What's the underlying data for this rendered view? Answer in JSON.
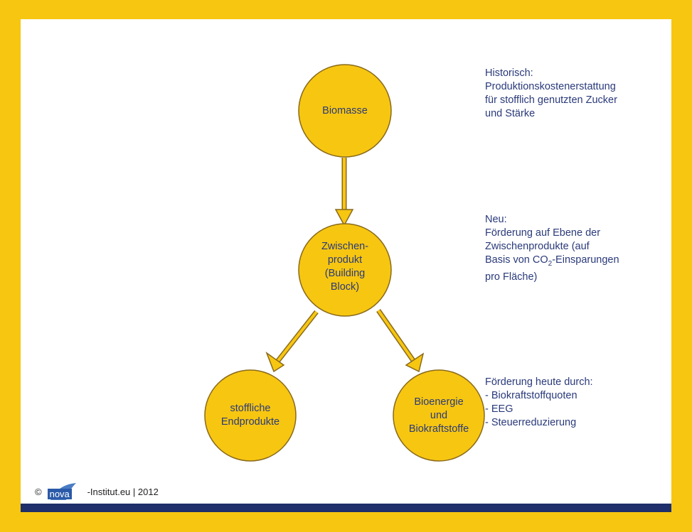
{
  "nodes": {
    "biomasse": "Biomasse",
    "zwischenprodukt": "Zwischen-\nprodukt\n(Building\nBlock)",
    "stofflich": "stoffliche\nEndprodukte",
    "bioenergie": "Bioenergie\nund\nBiokraftstoffe"
  },
  "notes": {
    "historisch": [
      "Historisch:",
      "Produktionskostenerstattung",
      "für stofflich genutzten Zucker",
      "und Stärke"
    ],
    "neu": {
      "line1": "Neu:",
      "line2": "Förderung auf Ebene der",
      "line3": "Zwischenprodukte (auf",
      "line4_pre": "Basis von CO",
      "line4_sub": "2",
      "line4_post": "-Einsparungen",
      "line5": "pro Fläche)"
    },
    "heute": [
      "Förderung heute durch:",
      "- Biokraftstoffquoten",
      "- EEG",
      "- Steuerreduzierung"
    ]
  },
  "footer": {
    "copyright": "©",
    "logo": "nova",
    "text": "-Institut.eu | 2012"
  },
  "colors": {
    "frame": "#f7c611",
    "node_fill": "#f7c611",
    "node_stroke": "#8a6a1a",
    "text": "#2a3a7a",
    "bottom_bar": "#1e2f6b"
  }
}
